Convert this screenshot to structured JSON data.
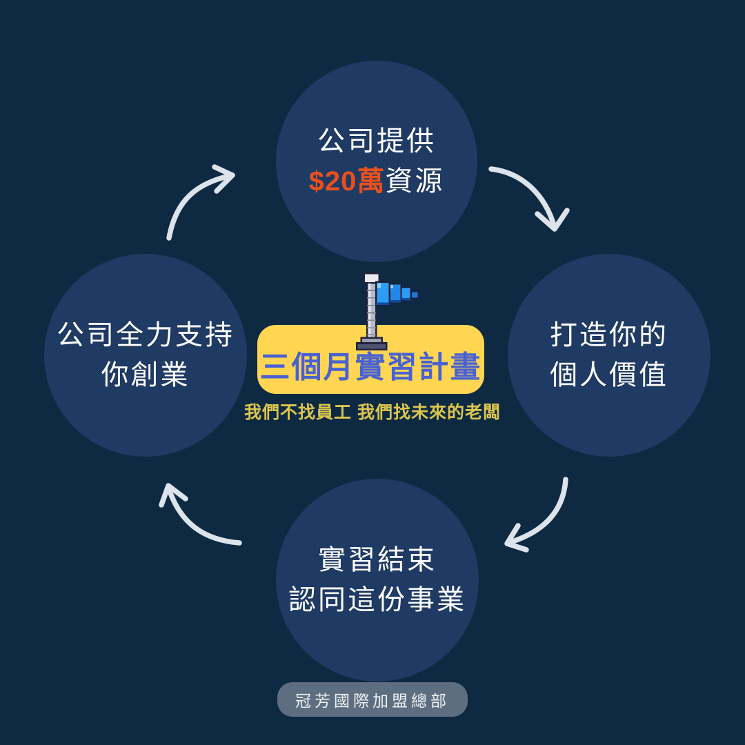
{
  "page": {
    "bg_color": "#0e2942",
    "node_color": "#1f3a63",
    "arrow_color": "#dde3ea"
  },
  "icons": {
    "center_icon": "pixel-flag-icon",
    "arrow_icons": [
      "curved-arrow-left-to-top",
      "curved-arrow-top-to-right",
      "curved-arrow-right-to-bottom",
      "curved-arrow-bottom-to-left"
    ]
  },
  "center": {
    "title": "三個月實習計畫",
    "title_color": "#4a62d0",
    "title_bg_color": "#ffd552",
    "subtitle": "我們不找員工 我們找未來的老闆",
    "subtitle_color": "#dcc64f"
  },
  "nodes": {
    "top": {
      "line1": "公司提供",
      "line2_highlight": "$20萬",
      "line2_rest": "資源",
      "highlight_color": "#e8501e"
    },
    "right": {
      "line1": "打造你的",
      "line2": "個人價值"
    },
    "bottom": {
      "line1": "實習結束",
      "line2": "認同這份事業"
    },
    "left": {
      "line1": "公司全力支持",
      "line2": "你創業"
    }
  },
  "footer": {
    "badge_label": "冠芳國際加盟總部",
    "badge_bg_color": "#5d6e80"
  }
}
